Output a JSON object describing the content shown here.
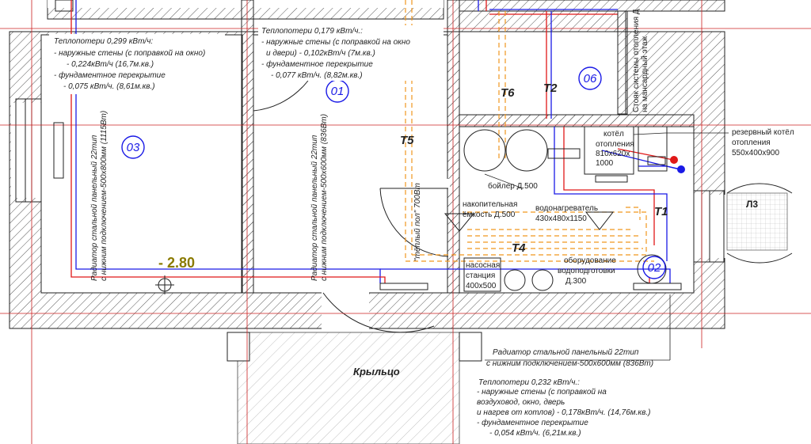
{
  "rooms": [
    {
      "id": "03"
    },
    {
      "id": "01"
    },
    {
      "id": "06"
    },
    {
      "id": "02"
    }
  ],
  "level_mark": "- 2.80",
  "pipe_labels": {
    "t1": "T1",
    "t2": "T2",
    "t4": "T4",
    "t5": "T5",
    "t6": "T6"
  },
  "room_label_l3": "Л3",
  "porch_label": "Крыльцо",
  "heat_loss_03": {
    "title": "Теплопотери 0,299 кВт/ч:",
    "l1": "- наружные стены (с поправкой на окно)",
    "l2": "- 0,224кВт/ч (16,7м.кв.)",
    "l3": "- фундаментное перекрытие",
    "l4": "- 0,075 кВт/ч. (8,61м.кв.)"
  },
  "heat_loss_01": {
    "title": "Теплопотери 0,179 кВт/ч.:",
    "l1": "- наружные стены (с поправкой на окно",
    "l2": "и двери) - 0,102кВт/ч (7м.кв.)",
    "l3": "- фундаментное перекрытие",
    "l4": "- 0,077 кВт/ч. (8,82м.кв.)"
  },
  "heat_loss_02": {
    "title": "Теплопотери 0,232 кВт/ч.:",
    "l1": "- наружные стены (с поправкой на",
    "l2": "воздуховод, окно, дверь",
    "l3": "и нагрев от котлов) - 0,178кВт/ч. (14,76м.кв.)",
    "l4": "- фундаментное перекрытие",
    "l5": "- 0,054 кВт/ч. (6,21м.кв.)"
  },
  "radiator_03": {
    "l1": "Радиатор стальной панельный 22тип",
    "l2": "с нижним подключением-500х800мм (1115Вт)"
  },
  "radiator_01": {
    "l1": "Радиатор стальной панельный 22тип",
    "l2": "с нижним подключением-500х600мм (836Вт)"
  },
  "radiator_02": {
    "l1": "Радиатор стальной панельный 22тип",
    "l2": "с нижним подключением-500х600мм (836Вт)"
  },
  "riser": {
    "l1": "Стояк системы отопления Д",
    "l2": "на мансардный этаж"
  },
  "warm_floor": "\"тёплый пол\" 700Вт",
  "boiler_main": {
    "l1": "котёл",
    "l2": "отопления",
    "l3": "810х620х",
    "l4": "1000"
  },
  "boiler_reserve": {
    "l1": "резервный котёл",
    "l2": "отопления",
    "l3": "550х400х900"
  },
  "boiler_dhw": "бойлер Д.500",
  "storage_tank": {
    "l1": "накопительная",
    "l2": "ёмкость Д.500"
  },
  "water_heater": {
    "l1": "водонагреватель",
    "l2": "430х480х1150"
  },
  "pump_station": {
    "l1": "насосная",
    "l2": "станция",
    "l3": "400х500"
  },
  "water_treatment": {
    "l1": "оборудование",
    "l2": "водоподготовки",
    "l3": "Д.300"
  },
  "colors": {
    "blue_pipe": "#1a1ae6",
    "red_pipe": "#e01818",
    "orange_pipe": "#f0961e",
    "level": "#8a7a00",
    "axis": "#cc2020"
  }
}
